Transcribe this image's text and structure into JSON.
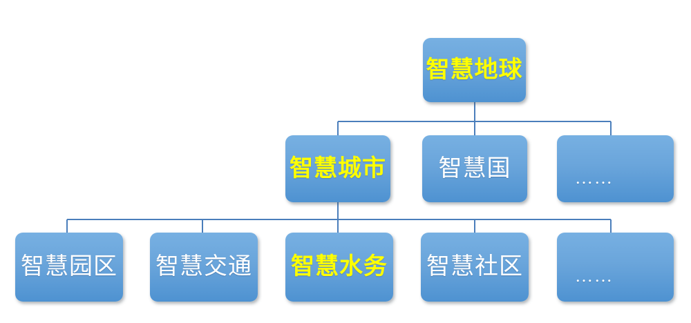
{
  "diagram": {
    "title_text": "智慧地球",
    "type": "hierarchy-tree",
    "background_color": "#ffffff",
    "node_fill_top": "#77b0e2",
    "node_fill_bottom": "#4e92d1",
    "connector_color": "#4a7ebb",
    "label_color_default": "#ffffff",
    "label_color_highlight": "#ffff00",
    "levels": [
      {
        "level": 1,
        "nodes": [
          {
            "id": "n1",
            "label": "智慧地球",
            "highlight": true,
            "ellipsis": false
          }
        ]
      },
      {
        "level": 2,
        "nodes": [
          {
            "id": "n2",
            "label": "智慧城市",
            "highlight": true,
            "ellipsis": false
          },
          {
            "id": "n3",
            "label": "智慧国",
            "highlight": false,
            "ellipsis": false
          },
          {
            "id": "n4",
            "label": "……",
            "highlight": false,
            "ellipsis": true
          }
        ]
      },
      {
        "level": 3,
        "nodes": [
          {
            "id": "n5",
            "label": "智慧园区",
            "highlight": false,
            "ellipsis": false
          },
          {
            "id": "n6",
            "label": "智慧交通",
            "highlight": false,
            "ellipsis": false
          },
          {
            "id": "n7",
            "label": "智慧水务",
            "highlight": true,
            "ellipsis": false
          },
          {
            "id": "n8",
            "label": "智慧社区",
            "highlight": false,
            "ellipsis": false
          },
          {
            "id": "n9",
            "label": "……",
            "highlight": false,
            "ellipsis": true
          }
        ]
      }
    ]
  }
}
